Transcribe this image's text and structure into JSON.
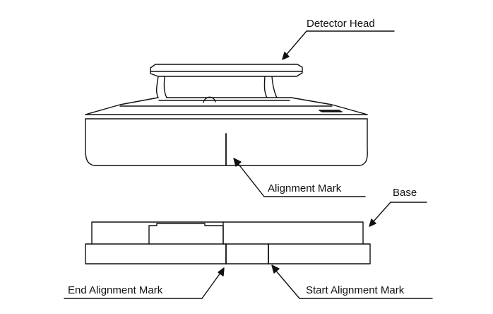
{
  "labels": {
    "detector_head": "Detector Head",
    "alignment_mark": "Alignment Mark",
    "base": "Base",
    "end_alignment_mark": "End Alignment Mark",
    "start_alignment_mark": "Start Alignment Mark"
  },
  "colors": {
    "line": "#111111",
    "background": "#ffffff"
  }
}
